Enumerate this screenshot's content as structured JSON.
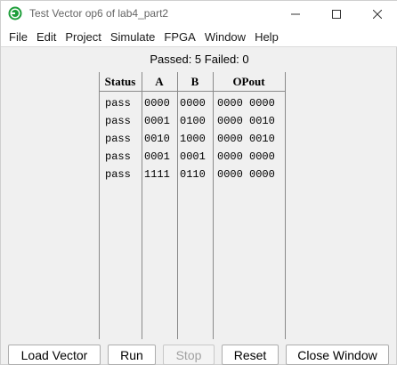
{
  "window": {
    "title": "Test Vector op6 of lab4_part2",
    "icon": "app-logo-icon",
    "controls": [
      "minimize-icon",
      "maximize-icon",
      "close-icon"
    ]
  },
  "menu": {
    "items": [
      "File",
      "Edit",
      "Project",
      "Simulate",
      "FPGA",
      "Window",
      "Help"
    ]
  },
  "summary": {
    "text": "Passed: 5 Failed: 0"
  },
  "table": {
    "headers": {
      "status": "Status",
      "a": "A",
      "b": "B",
      "opout": "OPout"
    },
    "rows": [
      {
        "status": "pass",
        "a": "0000",
        "b": "0000",
        "opout": "0000 0000"
      },
      {
        "status": "pass",
        "a": "0001",
        "b": "0100",
        "opout": "0000 0010"
      },
      {
        "status": "pass",
        "a": "0010",
        "b": "1000",
        "opout": "0000 0010"
      },
      {
        "status": "pass",
        "a": "0001",
        "b": "0001",
        "opout": "0000 0000"
      },
      {
        "status": "pass",
        "a": "1111",
        "b": "0110",
        "opout": "0000 0000"
      }
    ]
  },
  "buttons": {
    "load_vector": "Load Vector",
    "run": "Run",
    "stop": "Stop",
    "reset": "Reset",
    "close_window": "Close Window"
  },
  "colors": {
    "app_icon_green": "#1e9e3a",
    "disabled_text": "#a0a0a0"
  }
}
